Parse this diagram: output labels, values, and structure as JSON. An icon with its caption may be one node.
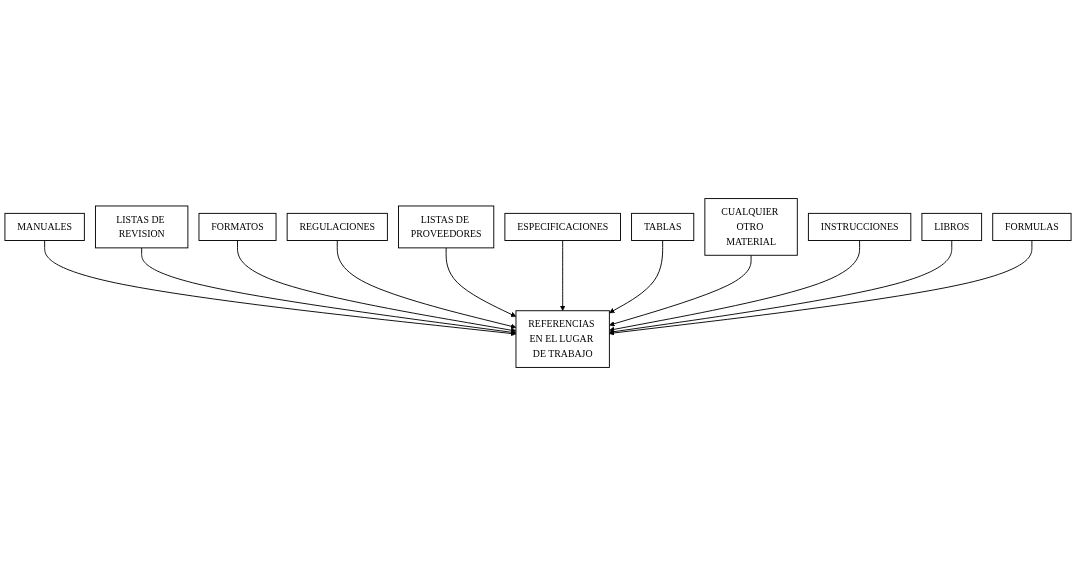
{
  "diagram": {
    "nodes": [
      {
        "text": [
          "MANUALES"
        ]
      },
      {
        "text": [
          "LISTAS DE REVISION"
        ]
      },
      {
        "text": [
          "FORMATOS"
        ]
      },
      {
        "text": [
          "REGULACIONES"
        ]
      },
      {
        "text": [
          "LISTAS DE PROVEEDORES"
        ]
      },
      {
        "text": [
          "ESPECIFICACIONES"
        ]
      },
      {
        "text": [
          "REFERENCIAS EN EL LUGAR DE TRABAJO"
        ]
      },
      {
        "text": [
          "TABLAS"
        ]
      },
      {
        "text": [
          "CUALQUIER OTRO MATERIAL"
        ]
      },
      {
        "text": [
          "INSTRUCCIONES"
        ]
      },
      {
        "text": [
          "LIBROS"
        ]
      },
      {
        "text": [
          "FORMULAS"
        ]
      }
    ],
    "edges": [
      {
        "from": 0,
        "to": 6,
        "arrow": "to"
      },
      {
        "from": 1,
        "to": 6,
        "arrow": "to"
      },
      {
        "from": 2,
        "to": 6,
        "arrow": "to"
      },
      {
        "from": 3,
        "to": 6,
        "arrow": "to"
      },
      {
        "from": 4,
        "to": 6,
        "arrow": "to"
      },
      {
        "from": 5,
        "to": 6,
        "arrow": "to"
      },
      {
        "from": 7,
        "to": 6,
        "arrow": "to"
      },
      {
        "from": 8,
        "to": 6,
        "arrow": "to"
      },
      {
        "from": 9,
        "to": 6,
        "arrow": "to"
      },
      {
        "from": 10,
        "to": 6,
        "arrow": "to"
      },
      {
        "from": 11,
        "to": 6,
        "arrow": "to"
      }
    ]
  }
}
